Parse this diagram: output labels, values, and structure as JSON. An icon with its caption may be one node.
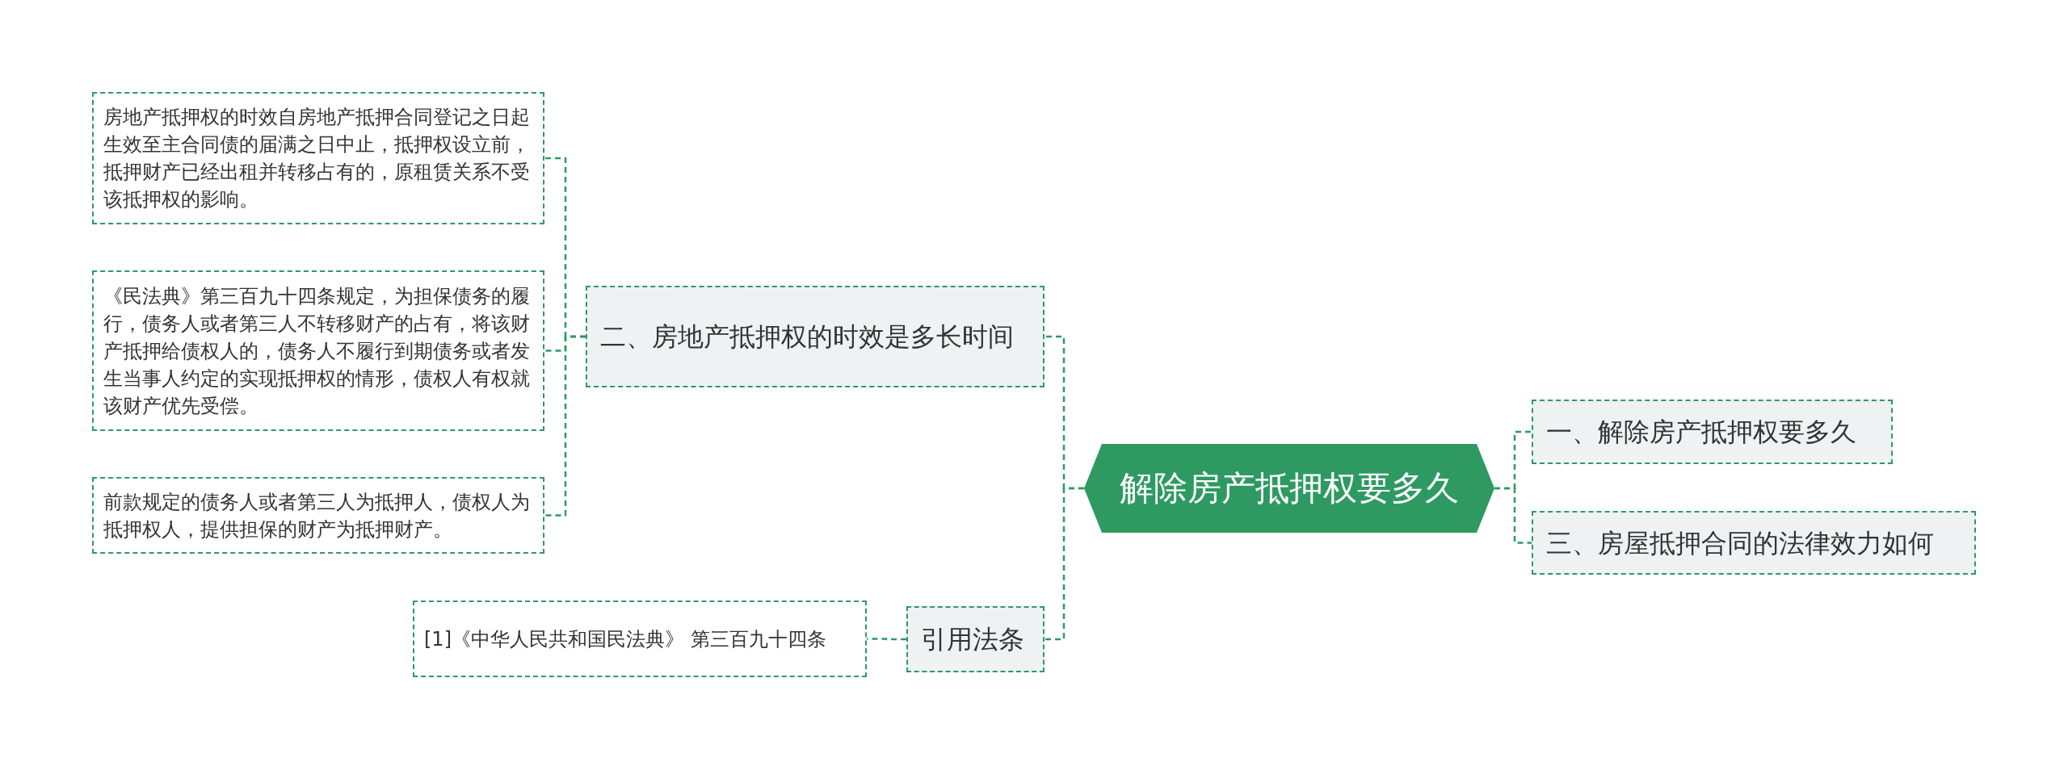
{
  "diagram": {
    "nodes": [
      {
        "text": [
          "解除房产抵押权要多久"
        ]
      },
      {
        "text": [
          "二、房地产抵押权的时效是多长时间"
        ]
      },
      {
        "text": [
          "房地产抵押权的时效自房地产抵押合同登记之日起生效至主合同债的届满之日中止，抵押权设立前，抵押财产已经出租并转移占有的，原租赁关系不受该抵押权的影响。"
        ]
      },
      {
        "text": [
          "《民法典》第三百九十四条规定，为担保债务的履行，债务人或者第三人不转移财产的占有，将该财产抵押给债权人的，债务人不履行到期债务或者发生当事人约定的实现抵押权的情形，债权人有权就该财产优先受偿。"
        ]
      },
      {
        "text": [
          "前款规定的债务人或者第三人为抵押人，债权人为抵押权人，提供担保的财产为抵押财产。"
        ]
      },
      {
        "text": [
          "引用法条"
        ]
      },
      {
        "text": [
          "[1]《中华人民共和国民法典》 第三百九十四条"
        ]
      },
      {
        "text": [
          "一、解除房产抵押权要多久"
        ]
      },
      {
        "text": [
          "三、房屋抵押合同的法律效力如何"
        ]
      }
    ],
    "edges": [
      {
        "from": 0,
        "to": 1,
        "arrow": "none"
      },
      {
        "from": 0,
        "to": 5,
        "arrow": "none"
      },
      {
        "from": 0,
        "to": 7,
        "arrow": "none"
      },
      {
        "from": 0,
        "to": 8,
        "arrow": "none"
      },
      {
        "from": 1,
        "to": 2,
        "arrow": "none"
      },
      {
        "from": 1,
        "to": 3,
        "arrow": "none"
      },
      {
        "from": 1,
        "to": 4,
        "arrow": "none"
      },
      {
        "from": 5,
        "to": 6,
        "arrow": "none"
      }
    ]
  }
}
